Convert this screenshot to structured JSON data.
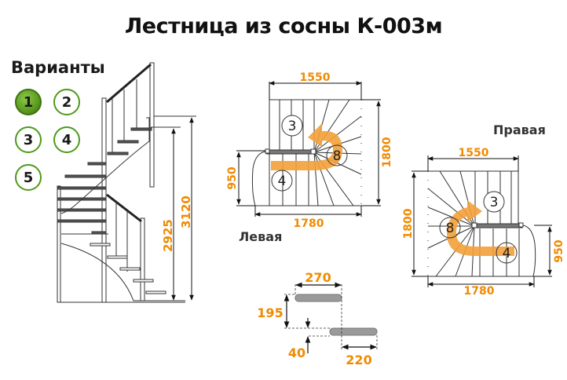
{
  "title": "Лестница из сосны К-003м",
  "variants": {
    "label": "Варианты",
    "items": [
      {
        "label": "1",
        "active": true
      },
      {
        "label": "2",
        "active": false
      },
      {
        "label": "3",
        "active": false
      },
      {
        "label": "4",
        "active": false
      },
      {
        "label": "5",
        "active": false
      }
    ]
  },
  "side_view": {
    "dim_total_height": "3120",
    "dim_floor_height": "2925"
  },
  "left_plan": {
    "label": "Левая",
    "dim_top": "1550",
    "dim_bottom": "1780",
    "dim_right": "1800",
    "dim_left": "950",
    "step_counts": [
      "3",
      "8",
      "4"
    ]
  },
  "right_plan": {
    "label": "Правая",
    "dim_top": "1550",
    "dim_bottom": "1780",
    "dim_left": "1800",
    "dim_right": "950",
    "step_counts": [
      "3",
      "8",
      "4"
    ]
  },
  "step_detail": {
    "tread_depth": "270",
    "rise": "195",
    "tread_thickness": "40",
    "going": "220"
  },
  "colors": {
    "accent": "#f08a00",
    "variant_border": "#4e9a1b",
    "variant_active": "#5f9e22",
    "line": "#333333",
    "tread": "#9a9a9a"
  }
}
